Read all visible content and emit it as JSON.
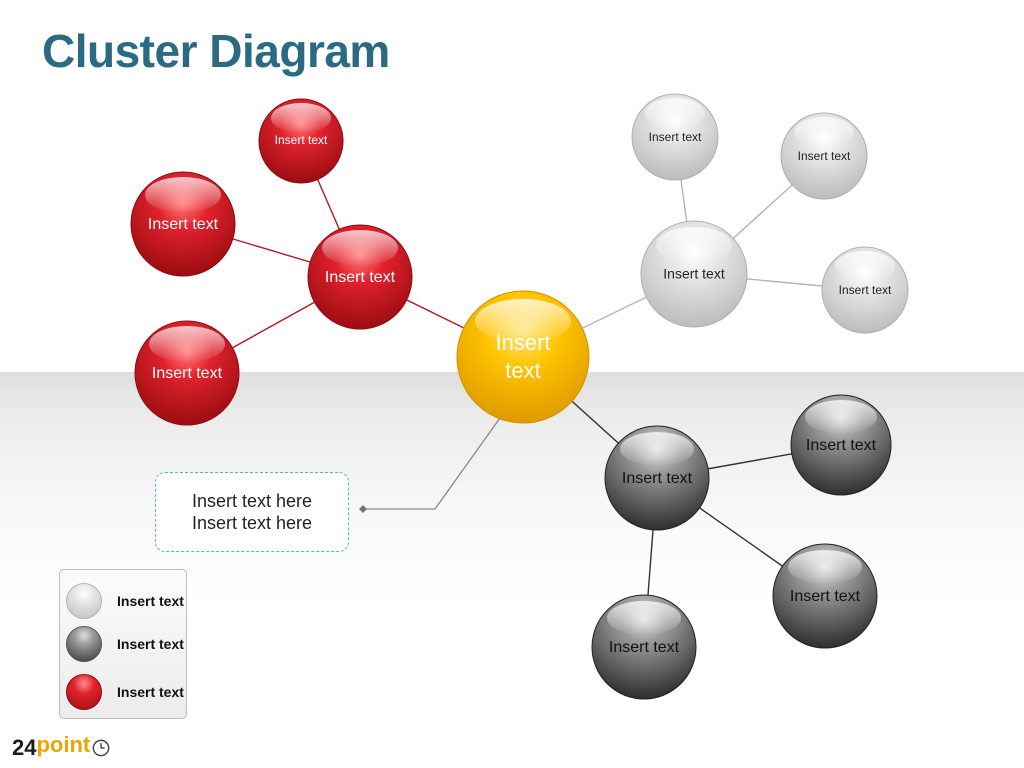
{
  "title": "Cluster Diagram",
  "colors": {
    "title": "#2a6a82",
    "center": "#ffc000",
    "red": "#d01c24",
    "light_gray": "#d2d2d2",
    "dark_gray": "#4a4a4a",
    "callout_border": "#5ab0d0"
  },
  "center_node": {
    "line1": "Insert",
    "line2": "text"
  },
  "red_cluster": {
    "hub": "Insert text",
    "satellites": [
      "Insert text",
      "Insert text",
      "Insert text"
    ]
  },
  "light_cluster": {
    "hub": "Insert text",
    "satellites": [
      "Insert text",
      "Insert text",
      "Insert text"
    ]
  },
  "dark_cluster": {
    "hub": "Insert text",
    "satellites": [
      "Insert text",
      "Insert text",
      "Insert text"
    ]
  },
  "callout": {
    "line1": "Insert text here",
    "line2": "Insert text here"
  },
  "legend": [
    {
      "label": "Insert text",
      "swatch": "light-gray"
    },
    {
      "label": "Insert text",
      "swatch": "dark-gray"
    },
    {
      "label": "Insert text",
      "swatch": "red"
    }
  ],
  "logo": {
    "number": "24",
    "word": "point",
    "icon": "clock-icon"
  }
}
